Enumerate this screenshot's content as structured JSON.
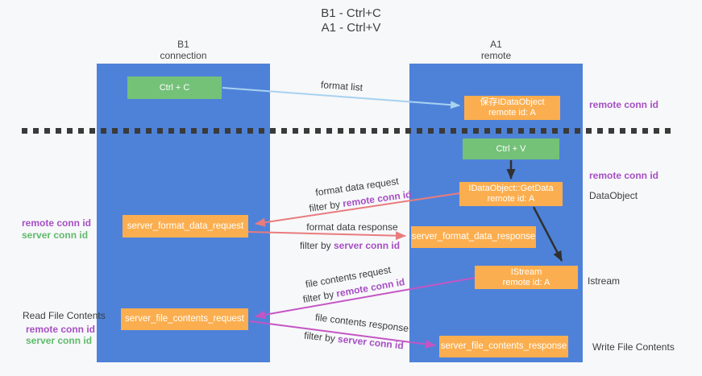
{
  "title": {
    "line1": "B1 - Ctrl+C",
    "line2": "A1 - Ctrl+V"
  },
  "lanes": {
    "left": {
      "title": "B1",
      "subtitle": "connection"
    },
    "right": {
      "title": "A1",
      "subtitle": "remote"
    }
  },
  "nodes": {
    "ctrl_c": {
      "label": "Ctrl + C"
    },
    "save_idataobject": {
      "line1": "保存IDataObject",
      "line2": "remote id: A"
    },
    "ctrl_v": {
      "label": "Ctrl + V"
    },
    "getdata": {
      "line1": "IDataObject::GetData",
      "line2": "remote id: A"
    },
    "server_format_data_request": {
      "label": "server_format_data_request"
    },
    "server_format_data_response": {
      "label": "server_format_data_response"
    },
    "istream": {
      "line1": "IStream",
      "line2": "remote id: A"
    },
    "server_file_contents_request": {
      "label": "server_file_contents_request"
    },
    "server_file_contents_response": {
      "label": "server_file_contents_response"
    }
  },
  "edges": {
    "format_list": {
      "label": "format list"
    },
    "format_data_request": {
      "label": "format data request",
      "filter_prefix": "filter by ",
      "filter_key": "remote conn id"
    },
    "format_data_response": {
      "label": "format data response",
      "filter_prefix": "filter by ",
      "filter_key": "server conn id"
    },
    "file_contents_request": {
      "label": "file contents request",
      "filter_prefix": "filter by ",
      "filter_key": "remote conn id"
    },
    "file_contents_response": {
      "label": "file contents response",
      "filter_prefix": "filter by ",
      "filter_key": "server conn id"
    }
  },
  "annotations": {
    "right_remote_conn_top": "remote conn id",
    "right_remote_conn_mid": "remote conn id",
    "right_dataobject": "DataObject",
    "right_istream": "Istream",
    "right_write_file": "Write File Contents",
    "left_remote_conn_mid": "remote conn id",
    "left_server_conn_mid": "server conn id",
    "left_read_file": "Read File Contents",
    "left_remote_conn_bottom": "remote conn id",
    "left_server_conn_bottom": "server conn id"
  },
  "colors": {
    "lane_blue": "#4E82D9",
    "node_orange": "#FBAE4F",
    "node_green": "#74C178",
    "arrow_light_blue": "#A8D2F0",
    "arrow_salmon": "#E87C7E",
    "arrow_magenta": "#C455C4",
    "arrow_black": "#303030",
    "text_purple": "#A64FC3",
    "text_green": "#5FBA6A",
    "text_dark": "#3C3C3C",
    "background": "#F7F8FA"
  }
}
